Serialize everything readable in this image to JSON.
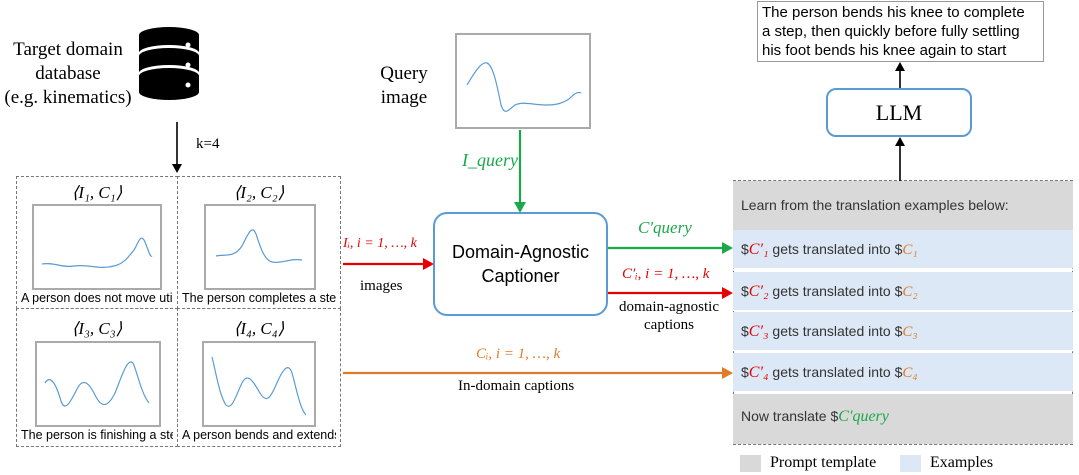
{
  "database": {
    "label_lines": [
      "Target domain",
      "database",
      "(e.g. kinematics)"
    ],
    "k_label": "k=4"
  },
  "examples": [
    {
      "title": "⟨I₁, C₁⟩",
      "caption": "A person does not move util..."
    },
    {
      "title": "⟨I₂, C₂⟩",
      "caption": "The person completes a step..."
    },
    {
      "title": "⟨I₃, C₃⟩",
      "caption": "The person is finishing a step..."
    },
    {
      "title": "⟨I₄, C₄⟩",
      "caption": "A person bends and extends ..."
    }
  ],
  "query": {
    "label_lines": [
      "Query",
      "image"
    ],
    "arrow_label": "I_query"
  },
  "captioner": {
    "label_lines": [
      "Domain-Agnostic",
      "Captioner"
    ]
  },
  "arrows": {
    "images_math": "Iᵢ, i = 1, …, k",
    "images_label": "images",
    "cquery_label": "C′query",
    "domain_math": "C′ᵢ, i = 1, …, k",
    "domain_label_lines": [
      "domain-agnostic",
      "captions"
    ],
    "indomain_math": "Cᵢ, i = 1, …, k",
    "indomain_label": "In-domain captions"
  },
  "prompt": {
    "header": "Learn from the translation examples below:",
    "rows": [
      {
        "prefix": "$",
        "src": "C′₁",
        "mid": " gets translated into $",
        "dst": "C₁"
      },
      {
        "prefix": "$",
        "src": "C′₂",
        "mid": " gets translated into $",
        "dst": "C₂"
      },
      {
        "prefix": "$",
        "src": "C′₃",
        "mid": " gets translated into $",
        "dst": "C₃"
      },
      {
        "prefix": "$",
        "src": "C′₄",
        "mid": " gets translated into $",
        "dst": "C₄"
      }
    ],
    "footer_prefix": "Now translate $",
    "footer_var": "C′query"
  },
  "llm": {
    "label": "LLM"
  },
  "output": {
    "text_lines": [
      "The person bends his knee to complete",
      "a step, then quickly before fully settling",
      "his foot bends his knee again to start"
    ]
  },
  "legend": [
    {
      "label": "Prompt template",
      "color": "#d9d9d9"
    },
    {
      "label": "Examples",
      "color": "#dde8f6"
    }
  ],
  "colors": {
    "red": "#e60000",
    "orange": "#e07b28",
    "green": "#1aa94a",
    "blue_border": "#5b9bd5",
    "plot_line": "#5b9bd5"
  }
}
